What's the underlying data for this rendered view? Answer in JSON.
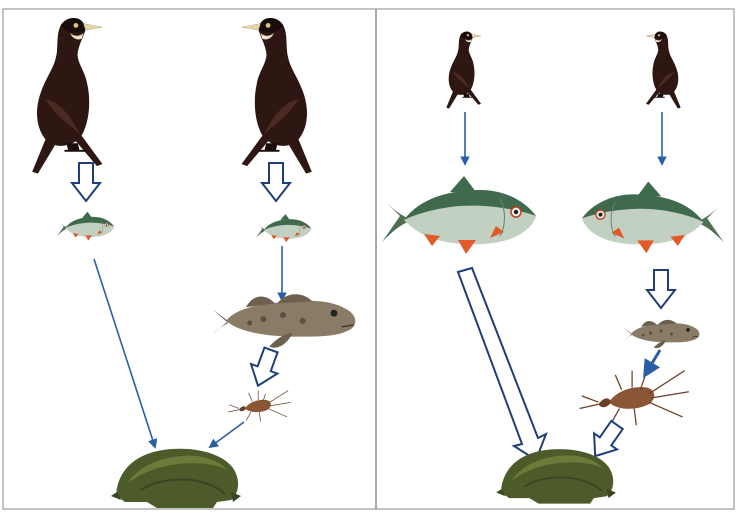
{
  "figure": {
    "panels": [
      {
        "side": "left",
        "organisms": [
          "cormorant",
          "cormorant",
          "roach-fish",
          "roach-fish",
          "sculpin-fish",
          "mayfly-larva",
          "algae-mat"
        ]
      },
      {
        "side": "right",
        "organisms": [
          "cormorant",
          "cormorant",
          "roach-fish",
          "roach-fish",
          "sculpin-fish",
          "mayfly-larva",
          "algae-mat"
        ]
      }
    ],
    "colors": {
      "frame": "#8a8a8a",
      "thin_arrow": "#2a5ea6",
      "hollow_arrow_stroke": "#1f3f7a",
      "cormorant": "#2e1713",
      "fish_body": "#c2d0c2",
      "fish_back": "#3f6a4e",
      "fish_fin": "#e25a2a",
      "sculpin": "#7b6c5a",
      "larva": "#6b3f28",
      "algae": "#4d5a2a"
    }
  }
}
